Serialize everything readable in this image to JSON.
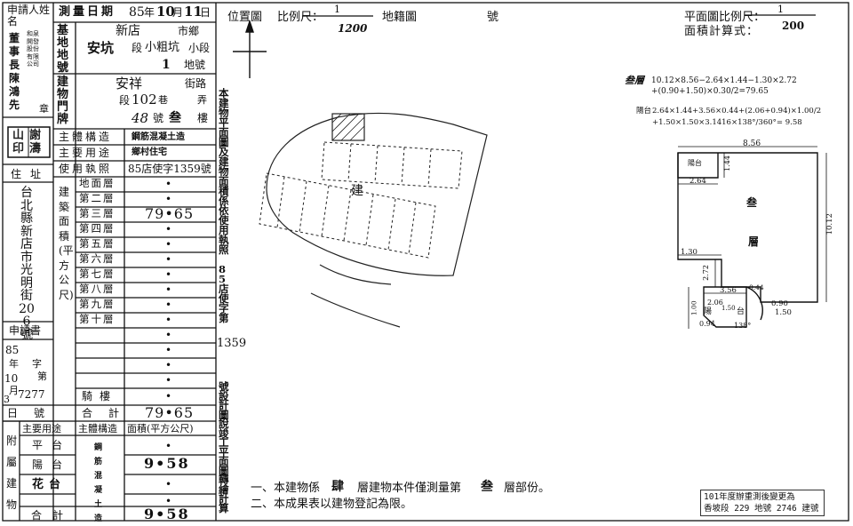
{
  "left": {
    "applicant_label": "申請人姓名",
    "applicant_name": "董事長陳鴻先",
    "applicant_company": "和泉開發股份有限公司",
    "seal_label": "章",
    "seal_text": "山謝印濤",
    "address_label": "住址",
    "address": "台北縣新店市光明街206號",
    "application_label": "申請書",
    "app_year": "85",
    "app_year_unit": "年",
    "app_char": "字",
    "app_no_label": "第",
    "app_month": "10",
    "app_month_unit": "月",
    "app_day": "3",
    "app_number": "7277",
    "app_day_unit": "日",
    "app_number_unit": "號"
  },
  "survey": {
    "date_label": "測量日期",
    "date_year": "85",
    "date_year_unit": "年",
    "date_month": "10",
    "date_month_unit": "月",
    "date_day": "11",
    "date_day_unit": "日",
    "base_label": "基地地號",
    "town": "新店",
    "town_unit": "市鄉",
    "section": "安坑",
    "section_unit": "段",
    "subsection": "小粗坑",
    "subsection_unit": "小段",
    "lot_no": "1",
    "lot_unit": "地號",
    "door_label": "建物門牌",
    "street": "安祥",
    "street_unit": "街路",
    "duan_unit": "段",
    "lane": "102",
    "lane_unit": "巷",
    "alley_unit": "弄",
    "house_no": "48",
    "house_unit": "號",
    "floor": "叁",
    "floor_unit": "樓"
  },
  "structure": {
    "main_structure_label": "主體構造",
    "main_structure": "鋼筋混凝土造",
    "main_use_label": "主要用途",
    "main_use": "鄉村住宅",
    "license_label": "使用執照",
    "license": "85店使字1359號"
  },
  "area_table": {
    "side_label": "建築面積(平方公尺)",
    "floors": [
      "地面層",
      "第二層",
      "第三層",
      "第四層",
      "第五層",
      "第六層",
      "第七層",
      "第八層",
      "第九層",
      "第十層",
      "",
      "",
      "",
      ""
    ],
    "values": [
      "•",
      "•",
      "79•65",
      "•",
      "•",
      "•",
      "•",
      "•",
      "•",
      "•",
      "•",
      "•",
      "•",
      "•"
    ],
    "arcade_label": "騎樓",
    "arcade_value": "•",
    "total_label": "合計",
    "total_value": "79•65"
  },
  "annex": {
    "side_label": "附屬建物",
    "headers": [
      "主要用途",
      "主體構造",
      "面積(平方公尺)"
    ],
    "rows": [
      {
        "use": "平台",
        "area": "•"
      },
      {
        "use": "陽台",
        "area": "9•58"
      },
      {
        "use": "花台",
        "area": "•"
      },
      {
        "use": "",
        "area": "•"
      }
    ],
    "structure": "鋼筋混凝土造",
    "total_label": "合計",
    "total_value": "9•58"
  },
  "map": {
    "location_label": "位置圖",
    "scale_label": "比例尺：",
    "scale_num": "1",
    "scale_den": "1200",
    "cadastral_label": "地籍圖",
    "number_label": "號",
    "building_char": "建",
    "vertical_note": "本建物平面圖及建物面積係依使用執照",
    "vertical_license": "85店使字第",
    "license_no": "1359",
    "vertical_note2": "號設計圖說竣工平面圖轉繪計算"
  },
  "plan": {
    "scale_label": "平面圖比例尺：",
    "scale_num": "1",
    "scale_den": "200",
    "area_calc_label": "面積計算式：",
    "floor_label": "叁層",
    "formula_1a": "10.12×8.56−2.64×1.44−1.30×2.72",
    "formula_1b": "+(0.90+1.50)×0.30/2=79.65",
    "balcony_label": "陽台",
    "formula_2a": "2.64×1.44+3.56×0.44+(2.06+0.94)×1.00/2",
    "formula_2b": "+1.50×1.50×3.1416×138°/360°= 9.58",
    "room_floor_1": "叁",
    "room_floor_2": "層",
    "balcony_small": "陽台",
    "dim_856": "8.56",
    "dim_264": "2.64",
    "dim_144": "1.44",
    "dim_1012": "10.12",
    "dim_130": "1.30",
    "dim_272": "2.72",
    "dim_356": "3.56",
    "dim_206": "2.06",
    "dim_100": "1.00",
    "dim_094": "0.94",
    "dim_090": "0.90",
    "dim_150": "1.50",
    "dim_138": "138°",
    "dim_150r": "1.50",
    "dim_044": "0.44",
    "yang": "陽",
    "tai": "台"
  },
  "notes": {
    "note1_a": "一、本建物係",
    "note1_floors": "肆",
    "note1_b": "層建物本件僅測量第",
    "note1_floor": "叁",
    "note1_c": "層部份。",
    "note2": "二、本成果表以建物登記為限。"
  },
  "stamp": {
    "line1": "101年度辦重測後變更為",
    "line2": "香坡段 229 地號 2746 建號"
  }
}
